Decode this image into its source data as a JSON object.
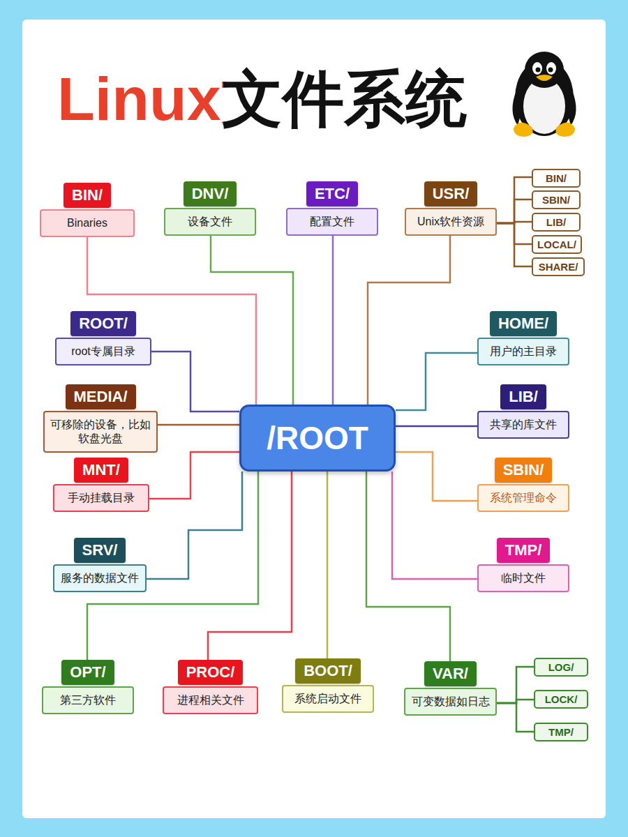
{
  "diagram": {
    "title": "Linux文件系统",
    "nodes": [
      {
        "text": [
          "BIN/",
          "Binaries"
        ]
      },
      {
        "text": [
          "DNV/",
          "设备文件"
        ]
      },
      {
        "text": [
          "ETC/",
          "配置文件"
        ]
      },
      {
        "text": [
          "USR/",
          "Unix软件资源"
        ]
      },
      {
        "text": [
          "BIN/"
        ]
      },
      {
        "text": [
          "SBIN/"
        ]
      },
      {
        "text": [
          "LIB/"
        ]
      },
      {
        "text": [
          "LOCAL/"
        ]
      },
      {
        "text": [
          "SHARE/"
        ]
      },
      {
        "text": [
          "ROOT/",
          "root专属目录"
        ]
      },
      {
        "text": [
          "HOME/",
          "用户的主目录"
        ]
      },
      {
        "text": [
          "MEDIA/",
          "可移除的设备，比如软盘光盘"
        ]
      },
      {
        "text": [
          "/ROOT"
        ]
      },
      {
        "text": [
          "LIB/",
          "共享的库文件"
        ]
      },
      {
        "text": [
          "MNT/",
          "手动挂载目录"
        ]
      },
      {
        "text": [
          "SBIN/",
          "系统管理命令"
        ]
      },
      {
        "text": [
          "SRV/",
          "服务的数据文件"
        ]
      },
      {
        "text": [
          "TMP/",
          "临时文件"
        ]
      },
      {
        "text": [
          "OPT/",
          "第三方软件"
        ]
      },
      {
        "text": [
          "PROC/",
          "进程相关文件"
        ]
      },
      {
        "text": [
          "BOOT/",
          "系统启动文件"
        ]
      },
      {
        "text": [
          "VAR/",
          "可变数据如日志"
        ]
      },
      {
        "text": [
          "LOG/"
        ]
      },
      {
        "text": [
          "LOCK/"
        ]
      },
      {
        "text": [
          "TMP/"
        ]
      }
    ],
    "edges": [
      {
        "from": 12,
        "to": 0,
        "arrow": "none"
      },
      {
        "from": 12,
        "to": 1,
        "arrow": "none"
      },
      {
        "from": 12,
        "to": 2,
        "arrow": "none"
      },
      {
        "from": 12,
        "to": 3,
        "arrow": "none"
      },
      {
        "from": 12,
        "to": 9,
        "arrow": "none"
      },
      {
        "from": 12,
        "to": 10,
        "arrow": "none"
      },
      {
        "from": 12,
        "to": 11,
        "arrow": "none"
      },
      {
        "from": 12,
        "to": 13,
        "arrow": "none"
      },
      {
        "from": 12,
        "to": 14,
        "arrow": "none"
      },
      {
        "from": 12,
        "to": 15,
        "arrow": "none"
      },
      {
        "from": 12,
        "to": 16,
        "arrow": "none"
      },
      {
        "from": 12,
        "to": 17,
        "arrow": "none"
      },
      {
        "from": 12,
        "to": 18,
        "arrow": "none"
      },
      {
        "from": 12,
        "to": 19,
        "arrow": "none"
      },
      {
        "from": 12,
        "to": 20,
        "arrow": "none"
      },
      {
        "from": 12,
        "to": 21,
        "arrow": "none"
      },
      {
        "from": 3,
        "to": 4,
        "arrow": "none"
      },
      {
        "from": 3,
        "to": 5,
        "arrow": "none"
      },
      {
        "from": 3,
        "to": 6,
        "arrow": "none"
      },
      {
        "from": 3,
        "to": 7,
        "arrow": "none"
      },
      {
        "from": 3,
        "to": 8,
        "arrow": "none"
      },
      {
        "from": 21,
        "to": 22,
        "arrow": "none"
      },
      {
        "from": 21,
        "to": 23,
        "arrow": "none"
      },
      {
        "from": 21,
        "to": 24,
        "arrow": "none"
      }
    ]
  }
}
